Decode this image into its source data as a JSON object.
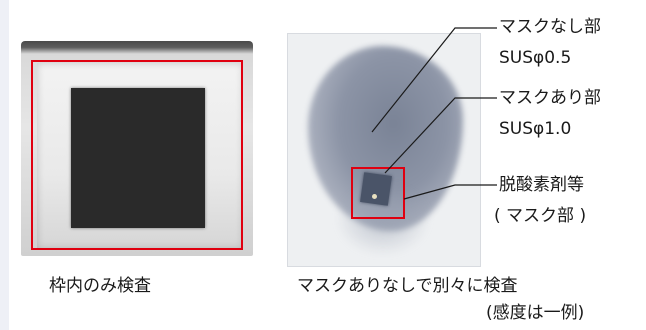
{
  "labels": {
    "mask_none": "マスクなし部",
    "mask_none_spec": "SUSφ0.5",
    "mask_present": "マスクあり部",
    "mask_present_spec": "SUSφ1.0",
    "oxygen_absorber": "脱酸素剤等",
    "mask_part": "( マスク部 )"
  },
  "captions": {
    "left": "枠内のみ検査",
    "right_line1": "マスクありなしで別々に検査",
    "right_line2": "(感度は一例)"
  },
  "colors": {
    "highlight_box": "#e00010",
    "leader_line": "#1a1a1a"
  }
}
